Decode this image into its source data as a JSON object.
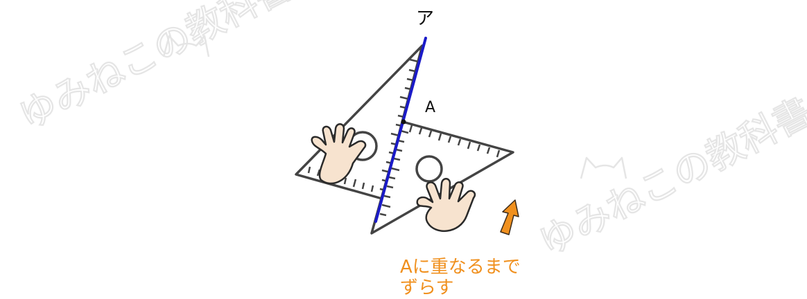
{
  "labels": {
    "line_name": "ア",
    "point_name": "A",
    "instruction_line1": "Aに重なるまで",
    "instruction_line2": "ずらす"
  },
  "watermark": {
    "text_left": "ゆみねこの教科書",
    "text_right": "ゆみねこの教科書"
  },
  "colors": {
    "line": "#1a1ac8",
    "ruler": "#444444",
    "arrow": "#f0901e",
    "instruction": "#f0901e",
    "hand_fill": "#f7e3cf",
    "hand_stroke": "#2a2a2a",
    "watermark": "#e6e6e6"
  },
  "icons": {
    "hands": "hand-icon",
    "arrow": "arrow-up-icon"
  }
}
